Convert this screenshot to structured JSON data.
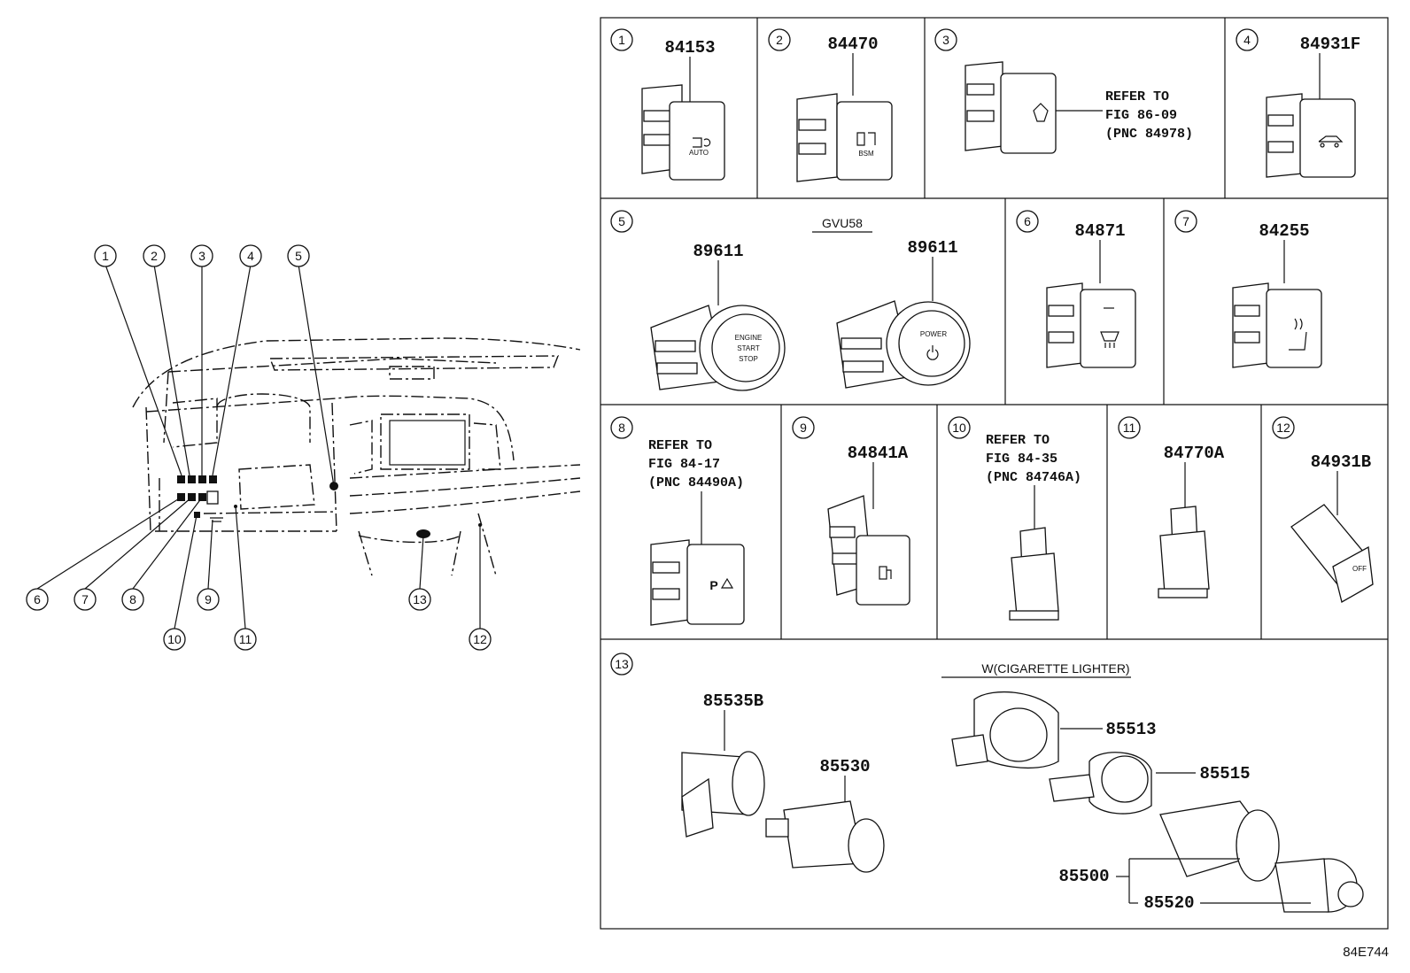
{
  "callouts": [
    "1",
    "2",
    "3",
    "4",
    "5",
    "6",
    "7",
    "8",
    "9",
    "10",
    "11",
    "12",
    "13"
  ],
  "cells": {
    "c1": {
      "num": "1",
      "part": "84153",
      "icon": "AUTO"
    },
    "c2": {
      "num": "2",
      "part": "84470",
      "icon": "BSM"
    },
    "c3": {
      "num": "3",
      "ref": [
        "REFER TO",
        "FIG 86-09",
        "(PNC 84978)"
      ]
    },
    "c4": {
      "num": "4",
      "part": "84931F"
    },
    "c5": {
      "num": "5",
      "variant": "GVU58",
      "part_a": "89611",
      "part_b": "89611",
      "btn_a": [
        "ENGINE",
        "START",
        "STOP"
      ],
      "btn_b": "POWER"
    },
    "c6": {
      "num": "6",
      "part": "84871"
    },
    "c7": {
      "num": "7",
      "part": "84255"
    },
    "c8": {
      "num": "8",
      "ref": [
        "REFER TO",
        "FIG 84-17",
        "(PNC 84490A)"
      ]
    },
    "c9": {
      "num": "9",
      "part": "84841A"
    },
    "c10": {
      "num": "10",
      "ref": [
        "REFER TO",
        "FIG 84-35",
        "(PNC 84746A)"
      ]
    },
    "c11": {
      "num": "11",
      "part": "84770A"
    },
    "c12": {
      "num": "12",
      "part": "84931B",
      "icon": "OFF"
    },
    "c13": {
      "num": "13",
      "variant": "W(CIGARETTE LIGHTER)",
      "parts": [
        "85535B",
        "85530",
        "85513",
        "85515",
        "85500",
        "85520"
      ]
    }
  },
  "figure_code": "84E744"
}
